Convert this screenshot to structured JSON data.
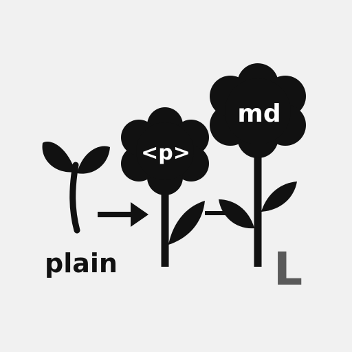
{
  "stages": {
    "seedling": {
      "label": "plain"
    },
    "flower_small": {
      "label": "<p>"
    },
    "flower_large": {
      "label": "md"
    }
  },
  "corner_mark": {
    "text": "L",
    "color": "#5a5a5a"
  },
  "colors": {
    "background": "#f1f1f1",
    "ink": "#111111",
    "label_on_flower": "#ffffff"
  }
}
